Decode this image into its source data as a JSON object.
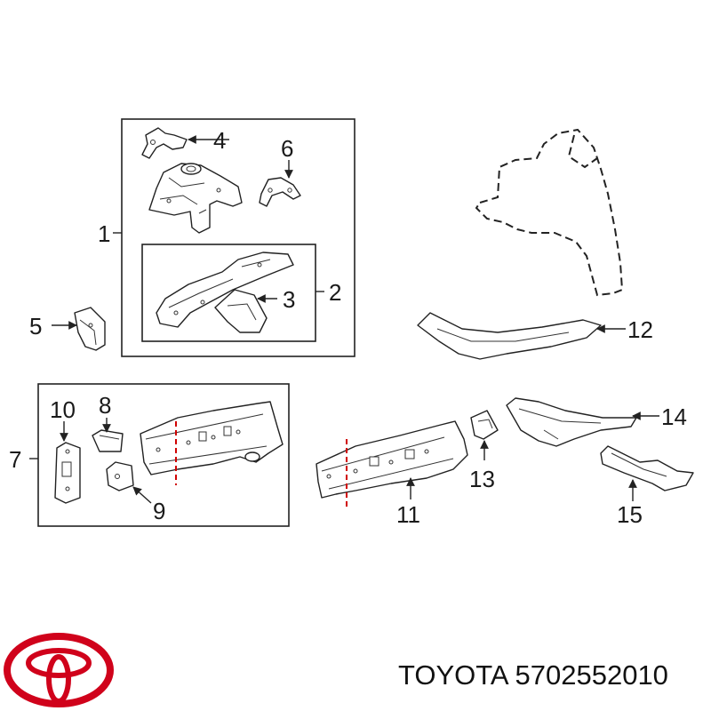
{
  "brand": "TOYOTA",
  "part_number": "5702552010",
  "colors": {
    "logo": "#d0021b",
    "cut_line": "#d00000",
    "line": "#222222"
  },
  "callouts": [
    "1",
    "2",
    "3",
    "4",
    "5",
    "6",
    "7",
    "8",
    "9",
    "10",
    "11",
    "12",
    "13",
    "14",
    "15"
  ]
}
